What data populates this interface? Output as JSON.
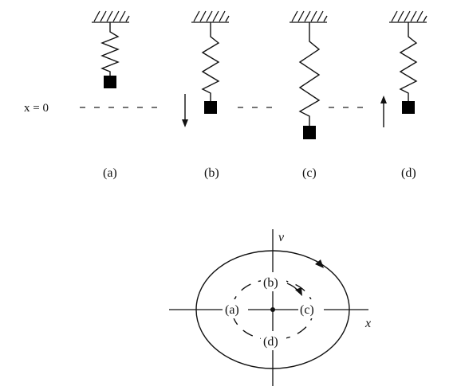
{
  "equilibrium_label": "x = 0",
  "panels": [
    {
      "label": "(a)",
      "arrow": "none"
    },
    {
      "label": "(b)",
      "arrow": "down"
    },
    {
      "label": "(c)",
      "arrow": "none"
    },
    {
      "label": "(d)",
      "arrow": "up"
    }
  ],
  "phase_diagram": {
    "vertical_axis_label": "v",
    "horizontal_axis_label": "x",
    "point_labels": {
      "a": "(a)",
      "b": "(b)",
      "c": "(c)",
      "d": "(d)"
    }
  }
}
